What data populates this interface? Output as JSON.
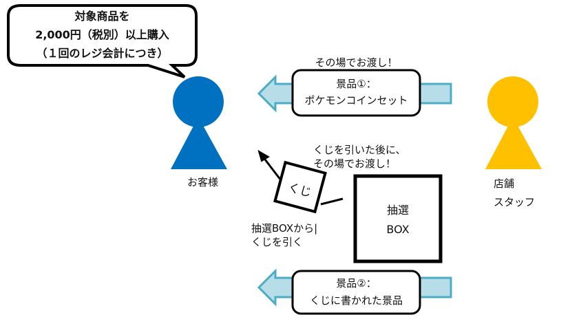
{
  "bubble": {
    "lines": [
      "対象商品を",
      "2,000円（税別）以上購入",
      "（１回のレジ会計につき）"
    ]
  },
  "customer": {
    "label": "お客様",
    "color": "#0070c0"
  },
  "staff": {
    "label_lines": [
      "店舗",
      "スタッフ"
    ],
    "color": "#ffc000"
  },
  "prize1": {
    "note": "その場でお渡し！",
    "lines": [
      "景品①：",
      "ポケモンコインセット"
    ]
  },
  "prize2": {
    "lines": [
      "景品②：",
      "くじに書かれた景品"
    ]
  },
  "lottery": {
    "note_lines": [
      "くじを引いた後に、",
      "その場でお渡し！"
    ],
    "ticket": "くじ",
    "box_lines": [
      "抽選",
      "BOX"
    ],
    "draw_lines": [
      "抽選BOXから|",
      "くじを引く"
    ]
  },
  "colors": {
    "arrow": "#b7dde8",
    "arrow_stroke": "#4bacc6"
  }
}
